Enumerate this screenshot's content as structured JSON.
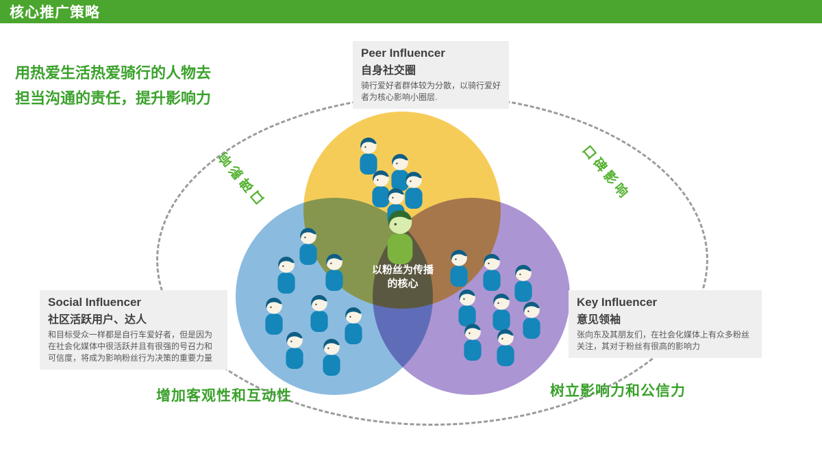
{
  "header": {
    "title": "核心推广策略"
  },
  "intro": {
    "line1": "用热爱生活热爱骑行的人物去",
    "line2": "担当沟通的责任，提升影响力"
  },
  "wom": {
    "left": "口碑影响",
    "right": "口碑影响"
  },
  "venn": {
    "peer": {
      "title_en": "Peer Influencer",
      "title_zh": "自身社交圈",
      "desc": "骑行爱好者群体较为分散，以骑行爱好者为核心影响小圈层."
    },
    "social": {
      "title_en": "Social Influencer",
      "title_zh": "社区活跃用户、达人",
      "desc": "和目标受众一样都是自行车爱好者，但是因为在社会化媒体中很活跃并且有很强的号召力和可信度，将成为影响粉丝行为决策的重要力量"
    },
    "key": {
      "title_en": "Key Influencer",
      "title_zh": "意见领袖",
      "desc": "张向东及其朋友们，在社会化媒体上有众多粉丝关注，其对于粉丝有很高的影响力"
    },
    "center": "以粉丝为传播的核心"
  },
  "bottom_labels": {
    "left": "增加客观性和互动性",
    "right": "树立影响力和公信力"
  },
  "people_counts": {
    "peer": 5,
    "social": 8,
    "key": 8
  },
  "icons": {
    "member": "person-icon",
    "core": "core-person-icon"
  },
  "colors": {
    "header_green": "#4aa62e",
    "accent_green": "#3aa12b",
    "wom_green": "#52b12e",
    "yellow_circle": "#f6c84b",
    "blue_circle": "#82b5de",
    "purple_circle": "#a58cd0",
    "person_blue": "#1486b9",
    "person_hair": "#0e5e84",
    "face": "#f8f3e5",
    "core_body": "#7cb43f",
    "core_hair": "#2e6b2e",
    "core_face": "#d9edaf",
    "box_bg": "#efefef",
    "dash_gray": "#9b9b9b"
  }
}
